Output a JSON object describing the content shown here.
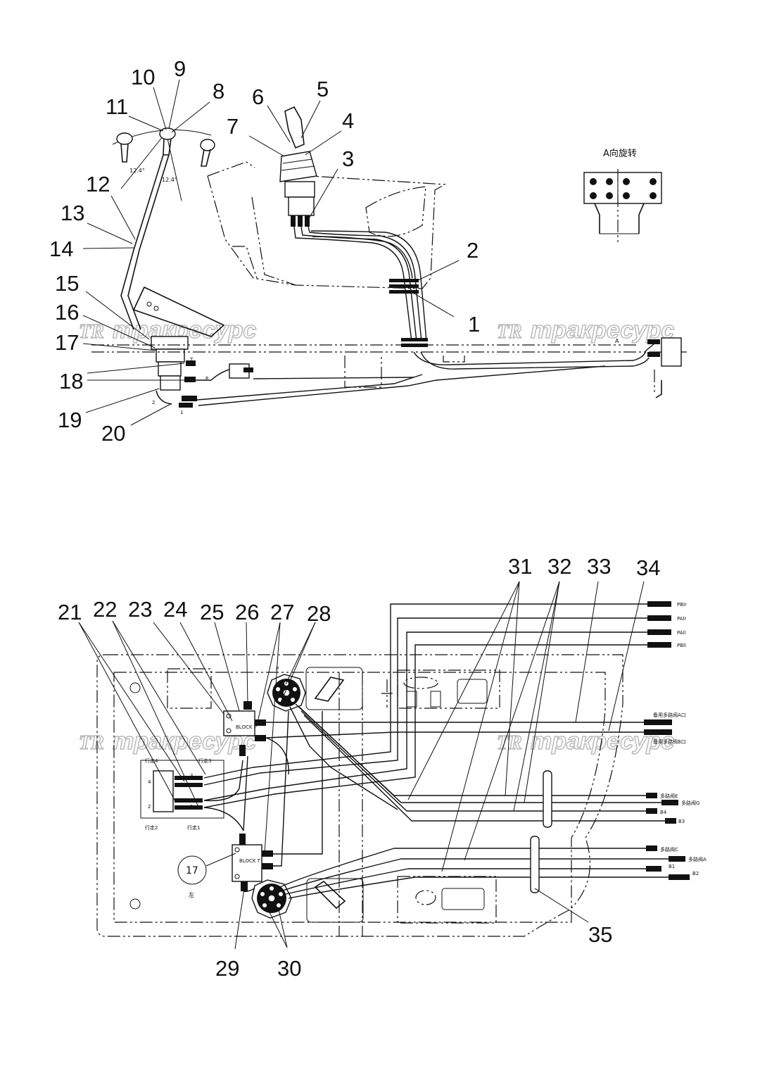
{
  "labels": {
    "callouts": [
      "1",
      "2",
      "3",
      "4",
      "5",
      "6",
      "7",
      "8",
      "9",
      "10",
      "11",
      "12",
      "13",
      "14",
      "15",
      "16",
      "17",
      "18",
      "19",
      "20",
      "21",
      "22",
      "23",
      "24",
      "25",
      "26",
      "27",
      "28",
      "29",
      "30",
      "31",
      "32",
      "33",
      "34",
      "35"
    ],
    "circled_ref": "17"
  },
  "top_view": {
    "view_label": "A向旋转",
    "angle_left": "12.4°",
    "angle_right": "12.4°",
    "port_T": "T",
    "port_P": "P",
    "port_A": "A",
    "port_2": "2",
    "port_1": "1"
  },
  "bottom_view": {
    "port_P": "P",
    "side_label": "左",
    "block_p_label": "BLOCK P",
    "block_t_label": "BLOCK T",
    "pedal_labels": [
      "行走4",
      "行走3",
      "行走2",
      "行走1"
    ],
    "pedal_ports": [
      "4",
      "3",
      "2",
      "1"
    ],
    "hose_labels_top": [
      "PBlr",
      "PAlr",
      "PAll",
      "PBll"
    ],
    "hose_labels_mid": [
      "备用多路阀A口",
      "备用多路阀B口"
    ],
    "hose_labels_right": [
      "多路阀E",
      "多路阀G",
      "B4",
      "B3",
      "多路阀C",
      "多路阀A",
      "B1",
      "B2"
    ]
  },
  "watermark": {
    "logo": "TR",
    "text": "тракресурс"
  }
}
